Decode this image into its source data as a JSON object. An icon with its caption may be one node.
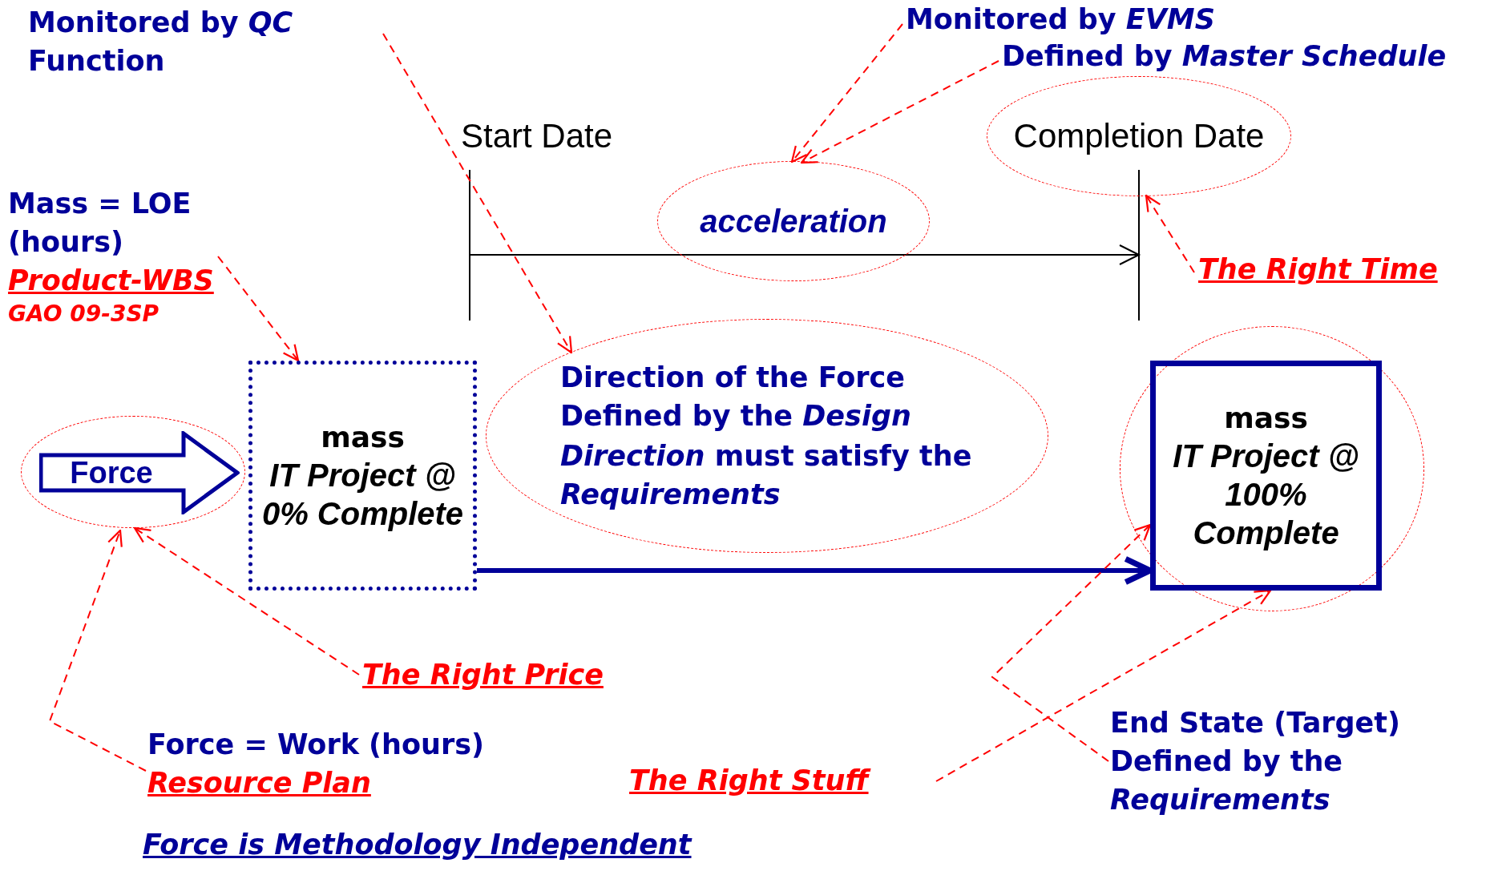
{
  "diagram": {
    "nodes": [
      {
        "text": [
          "Monitored by *QC* Function"
        ]
      },
      {
        "text": [
          "Monitored by *EVMS*"
        ]
      },
      {
        "text": [
          "Defined by *Master Schedule*"
        ]
      },
      {
        "text": [
          "Completion Date"
        ]
      },
      {
        "text": [
          "acceleration"
        ]
      },
      {
        "text": [
          "The Right Time"
        ]
      },
      {
        "text": [
          "Mass = **LOE** (hours)",
          "Product-WBS",
          "GAO 09-3SP"
        ]
      },
      {
        "text": [
          "Force"
        ]
      },
      {
        "text": [
          "mass",
          "IT Project @ 0% Complete"
        ]
      },
      {
        "text": [
          "Direction of the Force Defined by the *Design*",
          "*Direction* must satisfy the *Requirements*"
        ]
      },
      {
        "text": [
          "mass",
          "IT Project @ 100% Complete"
        ]
      },
      {
        "text": [
          "The Right Price"
        ]
      },
      {
        "text": [
          "Force = **Work** (hours)",
          "Resource Plan"
        ]
      },
      {
        "text": [
          "The Right Stuff"
        ]
      },
      {
        "text": [
          "End State (Target) Defined by the *Requirements*"
        ]
      }
    ],
    "edges": [
      {
        "from": 0,
        "to": 9,
        "arrow": "to",
        "style": "dashed"
      },
      {
        "from": 1,
        "to": 4,
        "arrow": "to",
        "style": "dashed"
      },
      {
        "from": 2,
        "to": 4,
        "arrow": "to",
        "style": "dashed"
      },
      {
        "from": 5,
        "to": 3,
        "arrow": "to",
        "style": "dashed"
      },
      {
        "from": 6,
        "to": 8,
        "arrow": "to",
        "style": "dashed"
      },
      {
        "from": 8,
        "to": 10,
        "arrow": "to",
        "style": "thick",
        "color": "#000099"
      },
      {
        "from": 11,
        "to": 7,
        "arrow": "to",
        "style": "dashed"
      },
      {
        "from": 12,
        "to": 7,
        "arrow": "to",
        "style": "dashed"
      },
      {
        "from": 13,
        "to": 10,
        "arrow": "to",
        "style": "dashed"
      },
      {
        "from": 14,
        "to": 10,
        "arrow": "to",
        "style": "dashed"
      }
    ],
    "labels": [
      "Start Date",
      "Force is Methodology Independent"
    ]
  }
}
